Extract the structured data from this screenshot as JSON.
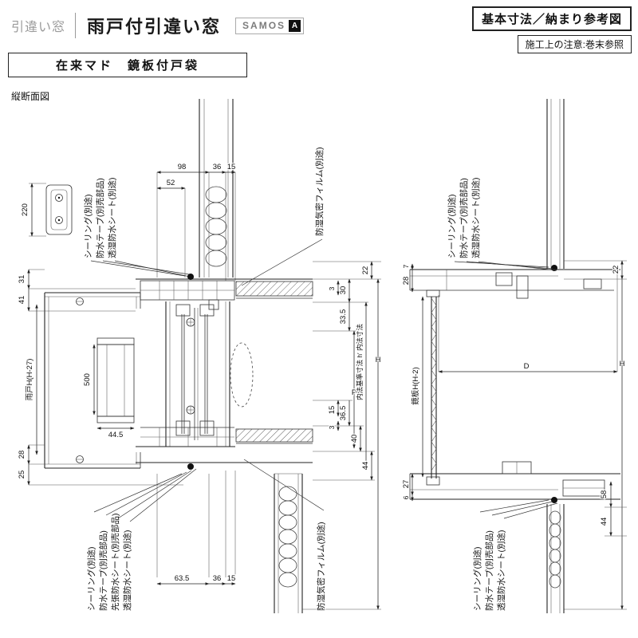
{
  "header": {
    "category": "引違い窓",
    "title": "雨戸付引違い窓",
    "brand": "SAMOS",
    "brand_mark": "A",
    "ref_title": "基本寸法／納まり参考図",
    "note": "施工上の注意:巻末参照",
    "subtitle": "在来マド　鏡板付戸袋",
    "view_label": "縦断面図"
  },
  "left": {
    "labels": {
      "seal_top": "シーリング(別途)",
      "tape_top": "防水テープ(別売部品)",
      "sheet_top": "透湿防水シート(別途)",
      "film_top": "防湿気密フィルム(別途)",
      "shutter": "雨戸H(H-27)",
      "inner_dim": "内法基準寸法 h′ 内法寸法",
      "p": "P",
      "h": "H",
      "seal_bottom": "シーリング(別途)",
      "tape_bottom": "防水テープ(別売部品)",
      "presheet_bottom": "先張防水シート(別売部品)",
      "sheet_bottom": "透湿防水シート(別途)",
      "film_bottom": "防湿気密フィルム(別途)"
    },
    "dims": {
      "d220": "220",
      "d98": "98",
      "d36_top": "36",
      "d15_top": "15",
      "d52": "52",
      "d31": "31",
      "d41": "41",
      "d500": "500",
      "d44_5": "44.5",
      "d28": "28",
      "d25": "25",
      "d3_top": "3",
      "d30": "30",
      "d22": "22",
      "d33_5": "33.5",
      "d15_mid": "15",
      "d36_5": "36.5",
      "d3_bot": "3",
      "d40": "40",
      "d44": "44",
      "d63_5": "63.5",
      "d36_bot": "36",
      "d15_bot": "15"
    }
  },
  "right": {
    "labels": {
      "seal_top": "シーリング(別途)",
      "tape_top": "防水テープ(別売部品)",
      "sheet_top": "透湿防水シート(別途)",
      "panel": "鏡板H(H-2)",
      "d": "D",
      "h": "H",
      "seal_bottom": "シーリング(別途)",
      "tape_bottom": "防水テープ(別売部品)",
      "sheet_bottom": "透湿防水シート(別途)"
    },
    "dims": {
      "d7": "7",
      "d28": "28",
      "d22": "22",
      "d27": "27",
      "d6": "6",
      "d58": "58",
      "d44": "44"
    }
  }
}
